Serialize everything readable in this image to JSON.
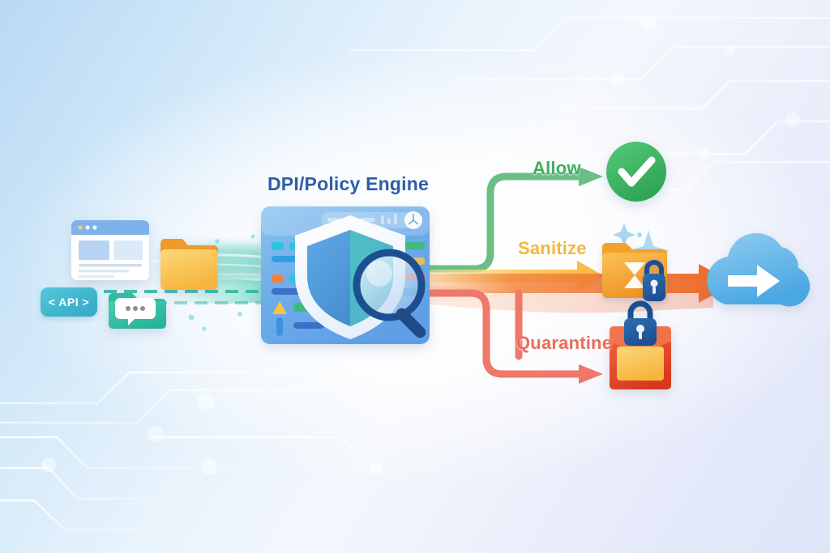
{
  "diagram": {
    "title": "DPI/Policy Engine",
    "background_colors": {
      "top_left": "#b9d9f4",
      "center": "#ffffff",
      "bottom_right": "#dde6f7"
    }
  },
  "engine": {
    "label": "DPI/Policy Engine",
    "panel_color": "#6aa9e8",
    "shield_icon": "shield-icon",
    "magnifier_icon": "magnifier-icon",
    "gauge_icon": "gauge-icon"
  },
  "sources": [
    {
      "name": "browser-window",
      "icon": "browser-window-icon"
    },
    {
      "name": "file-folder",
      "icon": "folder-icon",
      "color": "#f5a623"
    },
    {
      "name": "api",
      "label": "< API >",
      "icon": "api-badge-icon",
      "color": "#3fb6cf"
    },
    {
      "name": "chat-folder",
      "icon": "chat-folder-icon",
      "color": "#34bfa0"
    }
  ],
  "outcomes": [
    {
      "id": "allow",
      "label": "Allow",
      "color": "#3fae5f",
      "icon": "check-circle-icon",
      "path_color": "#6cbf84"
    },
    {
      "id": "sanitize",
      "label": "Sanitize",
      "color": "#f7b53a",
      "icon": "sanitized-folder-icon",
      "path_color": "#fbc85e"
    },
    {
      "id": "quarantine",
      "label": "Quarantine",
      "color": "#ef6a58",
      "icon": "locked-box-icon",
      "path_color": "#f0786a"
    }
  ],
  "destination": {
    "name": "cloud",
    "icon": "cloud-upload-icon",
    "color": "#61b4e8",
    "arrow_color": "#ef7a3c"
  }
}
